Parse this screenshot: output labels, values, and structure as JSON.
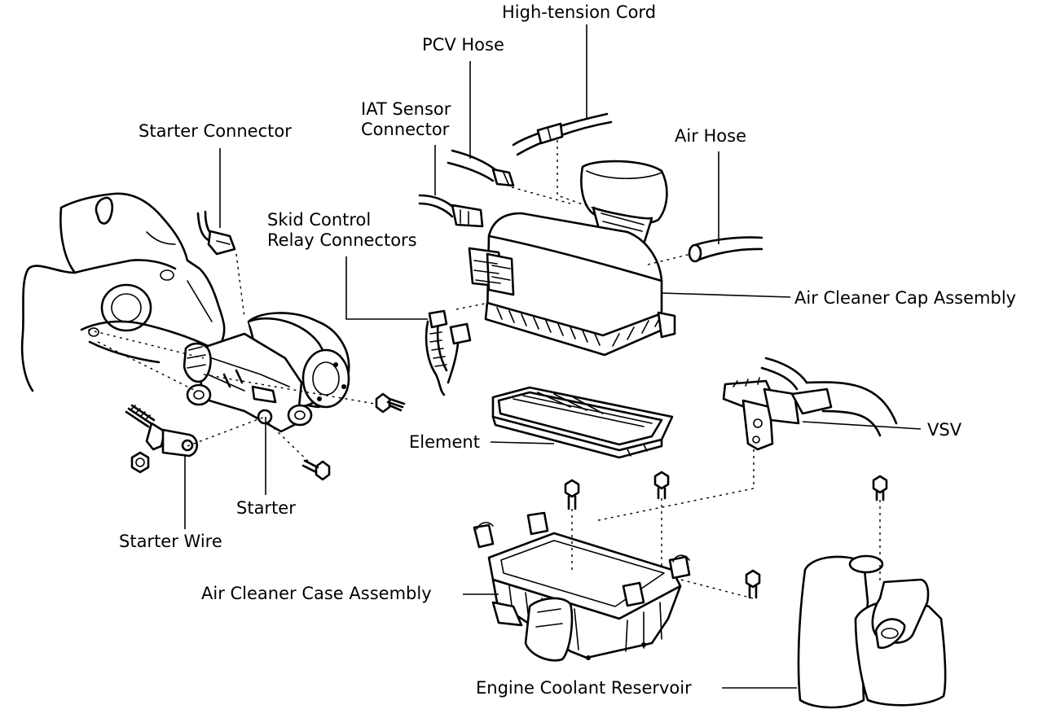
{
  "labels": {
    "high_tension_cord": "High-tension Cord",
    "pcv_hose": "PCV Hose",
    "iat_sensor_connector": [
      "IAT Sensor",
      "Connector"
    ],
    "starter_connector": "Starter Connector",
    "air_hose": "Air Hose",
    "skid_control_relay_connectors": [
      "Skid Control",
      "Relay Connectors"
    ],
    "air_cleaner_cap_assembly": "Air Cleaner Cap Assembly",
    "element": "Element",
    "vsv": "VSV",
    "starter": "Starter",
    "starter_wire": "Starter Wire",
    "air_cleaner_case_assembly": "Air Cleaner Case Assembly",
    "engine_coolant_reservoir": "Engine Coolant Reservoir"
  }
}
